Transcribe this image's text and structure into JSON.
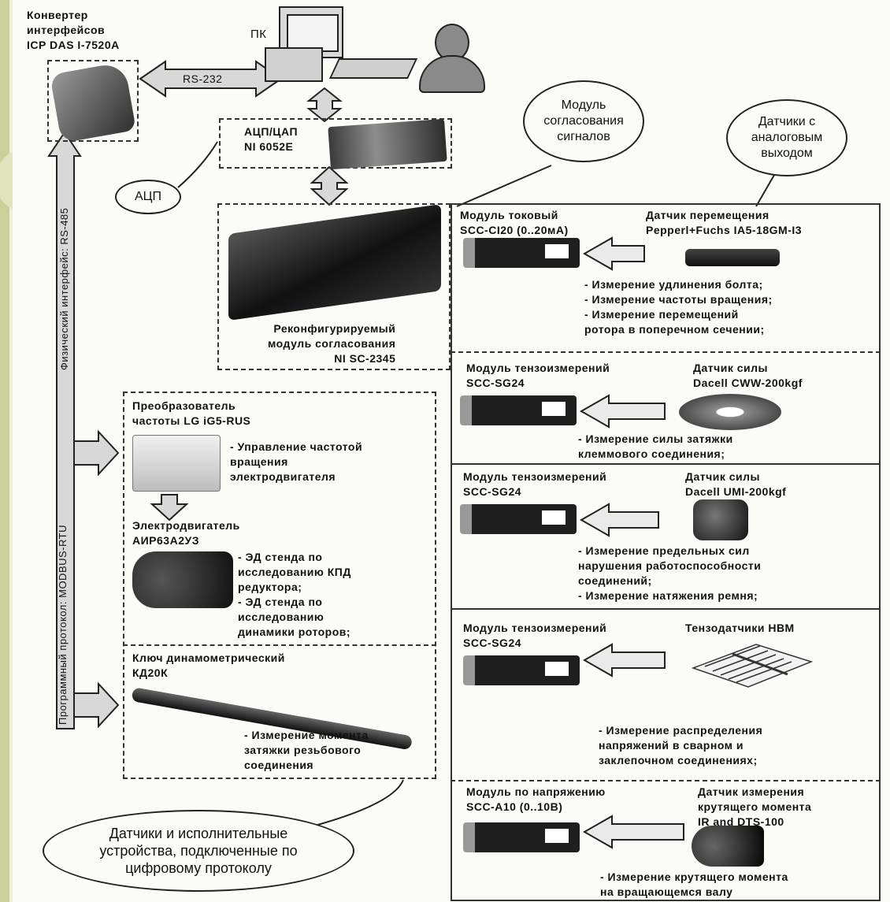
{
  "converter": {
    "label": "Конвертер\nинтерфейсов\nICP DAS I-7520A"
  },
  "pc": {
    "label": "ПК"
  },
  "rs232": {
    "label": "RS-232"
  },
  "adc_dac": {
    "label": "АЦП/ЦАП\nNI 6052E"
  },
  "adc_bubble": {
    "label": "АЦП"
  },
  "bubble_signal_module": {
    "label": "Модуль\nсогласования\nсигналов"
  },
  "bubble_analog_sensors": {
    "label": "Датчики с\nаналоговым\nвыходом"
  },
  "bubble_digital": {
    "label": "Датчики и исполнительные\nустройства, подключенные по\nцифровому протоколу"
  },
  "reconf_module": {
    "label": "Реконфигурируемый\nмодуль согласования\nNI SC-2345"
  },
  "vertical_bus": {
    "physical": "Физический интерфейс: RS-485",
    "protocol": "Программный протокол: MODBUS-RTU"
  },
  "left_panel": {
    "inverter_title": "Преобразователь\nчастоты LG iG5-RUS",
    "inverter_text": "- Управление частотой\nвращения\nэлектродвигателя",
    "motor_title": "Электродвигатель\nАИР63А2УЗ",
    "motor_text": "- ЭД стенда по\nисследованию КПД\nредуктора;\n- ЭД стенда по\nисследованию\nдинамики роторов;",
    "wrench_title": "Ключ динамометрический\nКД20К",
    "wrench_text": "- Измерение момента\nзатяжки резьбового\nсоединения"
  },
  "right_rows": [
    {
      "module": "Модуль токовый\nSCC-CI20 (0..20мА)",
      "sensor": "Датчик перемещения\nPepperl+Fuchs IA5-18GM-I3",
      "text": "- Измерение удлинения болта;\n- Измерение частоты вращения;\n- Измерение перемещений\nротора в поперечном сечении;"
    },
    {
      "module": "Модуль тензоизмерений\nSCC-SG24",
      "sensor": "Датчик силы\nDacell CWW-200kgf",
      "text": "- Измерение силы затяжки\nклеммового соединения;"
    },
    {
      "module": "Модуль тензоизмерений\nSCC-SG24",
      "sensor": "Датчик силы\nDacell UMI-200kgf",
      "text": "- Измерение предельных сил\nнарушения работоспособности\nсоединений;\n- Измерение натяжения ремня;"
    },
    {
      "module": "Модуль тензоизмерений\nSCC-SG24",
      "sensor": "Тензодатчики HBM",
      "text": "- Измерение распределения\nнапряжений в сварном и\nзаклепочном соединениях;"
    },
    {
      "module": "Модуль по напряжению\nSCC-A10 (0..10В)",
      "sensor": "Датчик измерения\nкрутящего момента\nIR and DTS-100",
      "text": "- Измерение крутящего момента\nна вращающемся валу"
    }
  ]
}
